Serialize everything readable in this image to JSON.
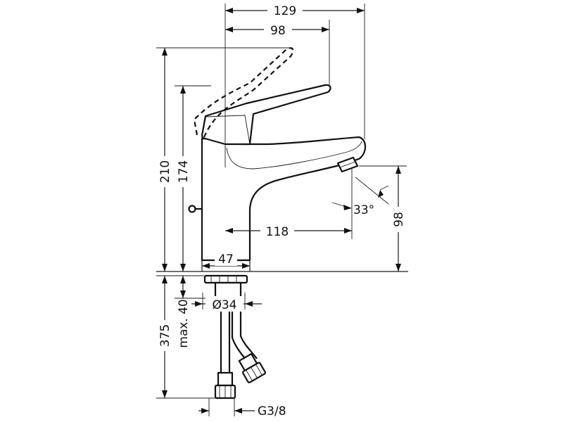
{
  "drawing": {
    "dimensions": {
      "total_reach": "129",
      "lever_reach": "98",
      "height_total": "210",
      "height_spout": "174",
      "spout_outlet_height": "98",
      "spout_projection": "118",
      "base_width": "47",
      "spout_angle": "33°",
      "thread_diameter": "Ø34",
      "max_thickness": "max. 40",
      "hose_length": "375",
      "connection": "G3/8"
    }
  }
}
